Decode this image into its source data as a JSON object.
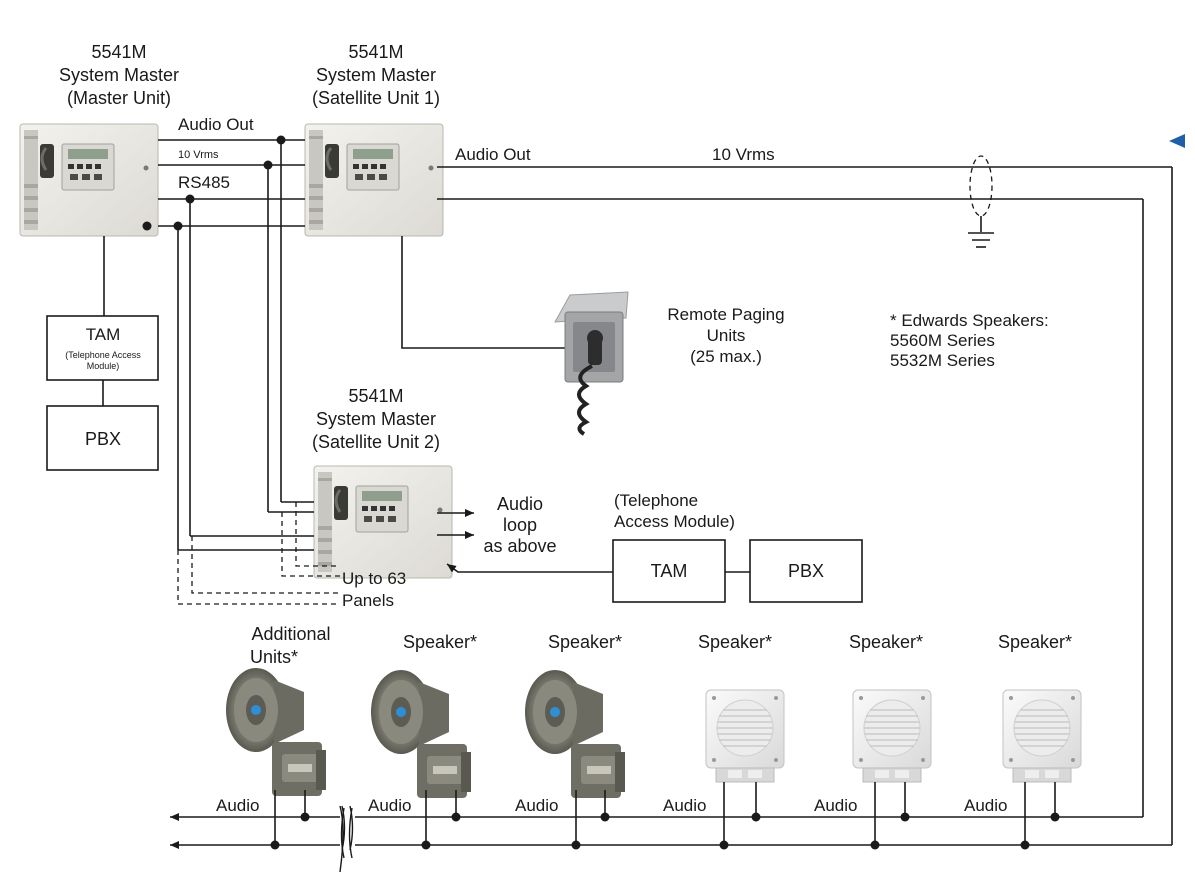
{
  "labels": {
    "master_model": "5541M",
    "master_title": "System Master",
    "master_sub": "(Master Unit)",
    "sat1_model": "5541M",
    "sat1_title": "System Master",
    "sat1_sub": "(Satellite Unit 1)",
    "sat2_model": "5541M",
    "sat2_title": "System Master",
    "sat2_sub": "(Satellite Unit 2)",
    "audio_out_1": "Audio Out",
    "vrms_1": "10 Vrms",
    "rs485": "RS485",
    "audio_out_2": "Audio Out",
    "vrms_2": "10 Vrms",
    "tam_left": "TAM",
    "tam_left_sub1": "(Telephone Access",
    "tam_left_sub2": "Module)",
    "pbx_left": "PBX",
    "remote_line1": "Remote Paging",
    "remote_line2": "Units",
    "remote_line3": "(25 max.)",
    "edwards_line1": "* Edwards Speakers:",
    "edwards_line2": "5560M Series",
    "edwards_line3": "5532M Series",
    "audio_loop_1": "Audio",
    "audio_loop_2": "loop",
    "audio_loop_3": "as above",
    "tam_module_line1": "(Telephone",
    "tam_module_line2": "Access Module)",
    "tam_bottom": "TAM",
    "pbx_bottom": "PBX",
    "upto_line1": "Up to 63",
    "upto_line2": "Panels",
    "additional_line1": "Additional",
    "additional_line2": "Units*",
    "speakers": [
      "Speaker*",
      "Speaker*",
      "Speaker*",
      "Speaker*",
      "Speaker*"
    ],
    "audio_bus": [
      "Audio",
      "Audio",
      "Audio",
      "Audio",
      "Audio",
      "Audio"
    ]
  },
  "colors": {
    "page_corner_arrow": "#1f5fa8",
    "panel_body": "#e9e7e1",
    "horn": "#7d7c70",
    "horn_center": "#2f8fd6"
  },
  "icons": {
    "system_master_panel": "panel-icon",
    "remote_paging_unit": "paging-station-icon",
    "horn_speaker": "horn-speaker-icon",
    "wall_speaker": "wall-speaker-icon",
    "ground": "ground-icon"
  }
}
